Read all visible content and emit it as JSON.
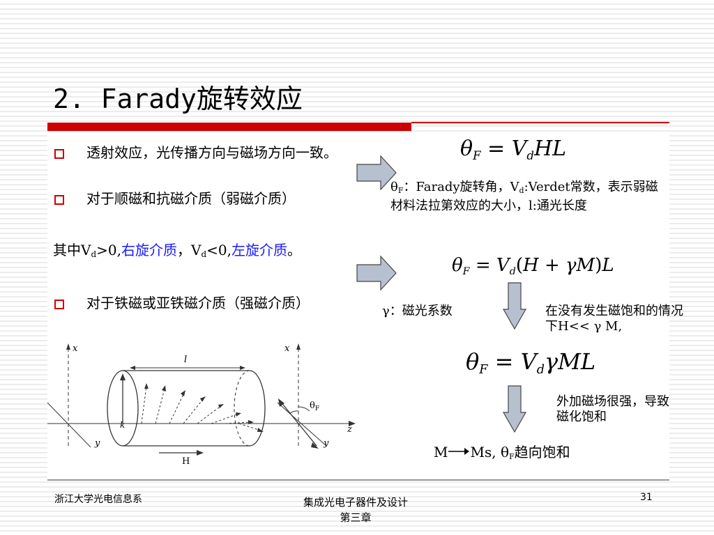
{
  "slide": {
    "title": "2. Farady旋转效应",
    "bullets": [
      "透射效应，光传播方向与磁场方向一致。",
      "对于顺磁和抗磁介质（弱磁介质）",
      "对于铁磁或亚铁磁介质（强磁介质）"
    ],
    "vd_line": {
      "pre": "其中V",
      "sub1": "d",
      "gt": ">0,",
      "right": "右旋介质",
      "comma": "，V",
      "sub2": "d",
      "lt": "<0,",
      "left": "左旋介质",
      "end": "。"
    },
    "formulas": {
      "f1": "θF = Vd HL",
      "f2": "θF = Vd(H + γM)L",
      "f3": "θF = Vd γML"
    },
    "notes": {
      "theta_def": {
        "a": "θ",
        "a_sub": "F",
        "b": "：Farady旋转角，V",
        "b_sub": "d",
        "c": ":Verdet常数，表示弱磁材料法拉第效应的大小，l:通光长度"
      },
      "gamma": "γ：磁光系数",
      "unsaturated": "在没有发生磁饱和的情况下H<< γ M,",
      "strong_field": "外加磁场很强，导致磁化饱和",
      "saturation": {
        "a": "M",
        "b": "Ms, θ",
        "b_sub": "F",
        "c": "趋向饱和"
      }
    },
    "diagram": {
      "x1": "x",
      "x2": "x",
      "l": "l",
      "k": "k",
      "y1": "y",
      "y2": "y",
      "z": "z",
      "theta": "θ",
      "theta_sub": "F",
      "H": "H"
    }
  },
  "footer": {
    "left": "浙江大学光电信息系",
    "center_line1": "集成光电子器件及设计",
    "center_line2": "第三章",
    "page": "31"
  },
  "colors": {
    "accent": "#cc0000",
    "highlight": "#1a1aff",
    "arrow_fill": "#b7c0cf"
  }
}
